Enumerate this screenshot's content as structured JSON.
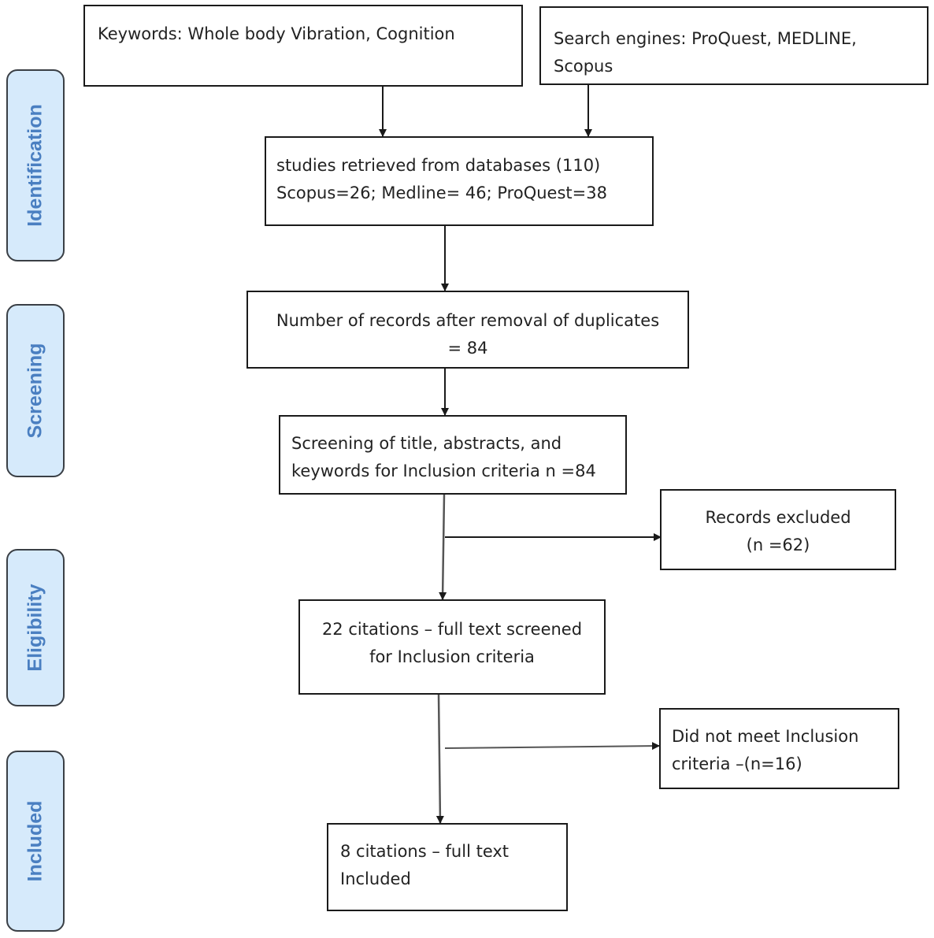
{
  "stages": {
    "identification": "Identification",
    "screening": "Screening",
    "eligibility": "Eligibility",
    "included": "Included"
  },
  "boxes": {
    "keywords": {
      "line1": "Keywords: Whole body Vibration, Cognition"
    },
    "search_engines": {
      "line1": "Search engines: ProQuest, MEDLINE,",
      "line2": "Scopus"
    },
    "retrieved": {
      "line1": "studies retrieved from databases (110)",
      "line2": "Scopus=26; Medline= 46; ProQuest=38"
    },
    "duplicates": {
      "line1": "Number of records after removal of duplicates",
      "line2": "= 84"
    },
    "screening": {
      "line1": "Screening of title, abstracts, and",
      "line2": "keywords for Inclusion criteria n =84"
    },
    "excluded": {
      "line1": "Records excluded",
      "line2": "(n =62)"
    },
    "fulltext": {
      "line1": "22 citations – full text screened",
      "line2": "for Inclusion criteria"
    },
    "not_meet": {
      "line1": "Did not meet Inclusion",
      "line2": "criteria –(n=16)"
    },
    "included": {
      "line1": "8 citations – full text",
      "line2": "Included"
    }
  }
}
